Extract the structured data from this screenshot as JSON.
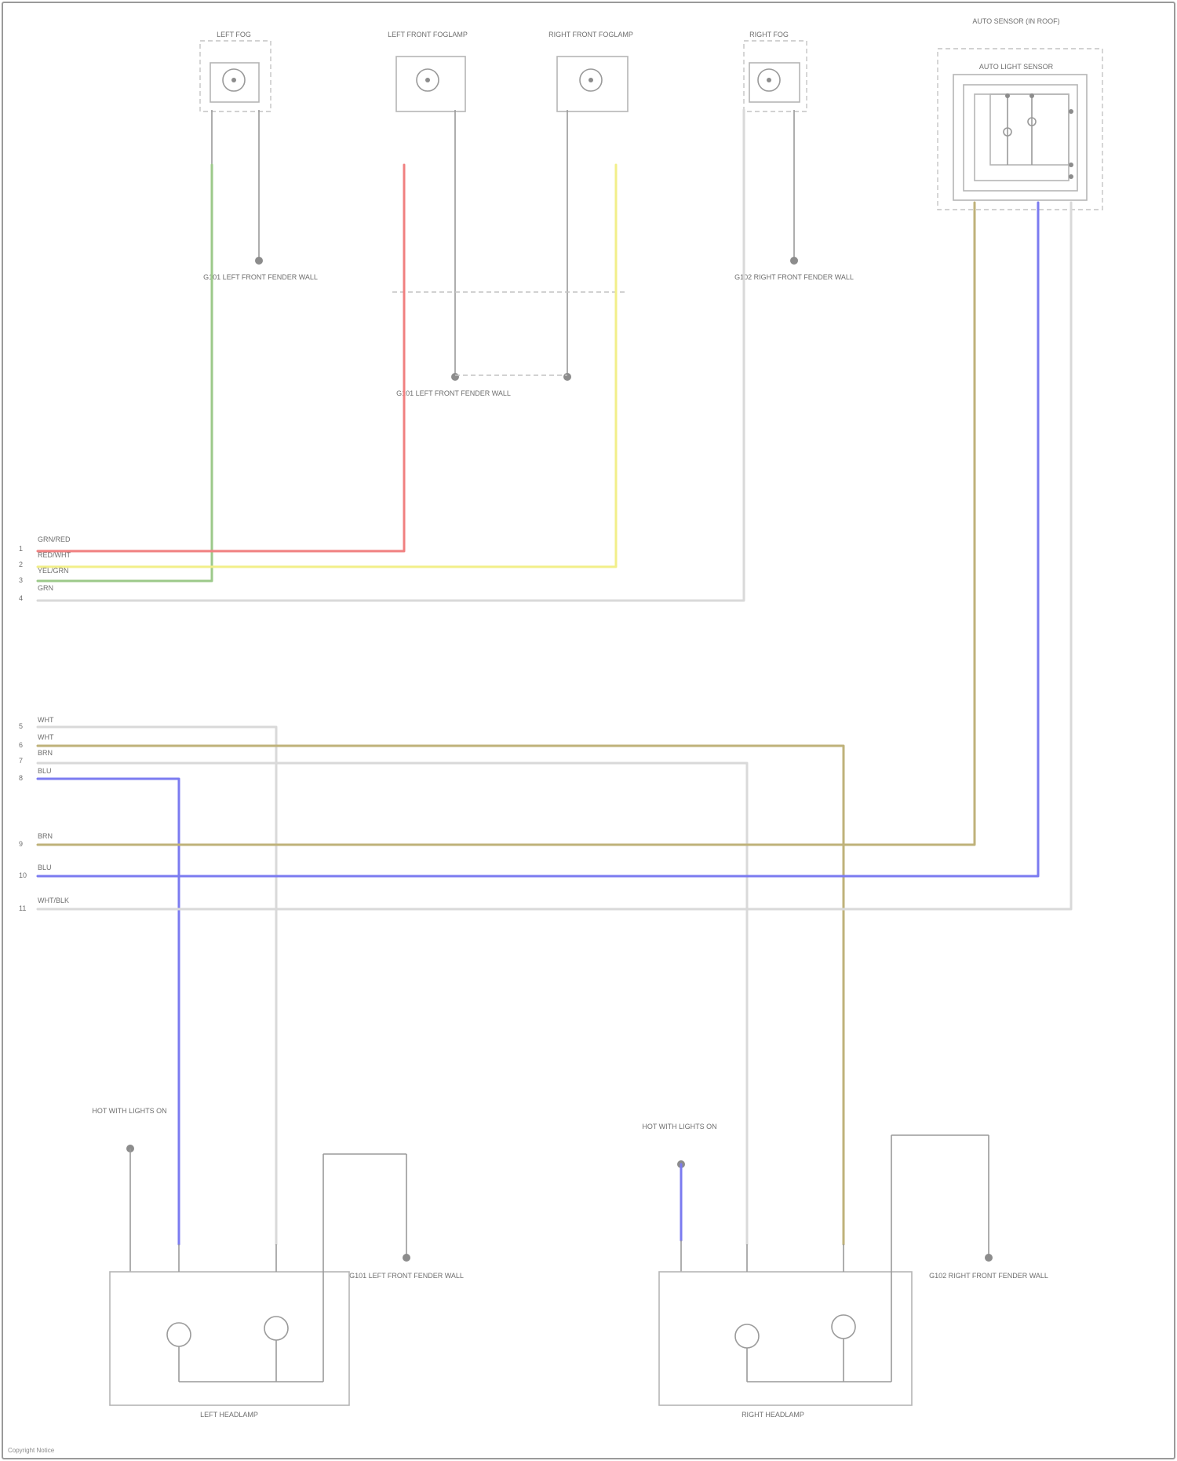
{
  "colors": {
    "red": "#f08080",
    "yellow": "#f2ef8a",
    "green": "#9cc98a",
    "white": "#d9d9d9",
    "tan": "#bfb27a",
    "blue": "#7b7bf0",
    "black": "#8c8c8c"
  },
  "components": {
    "left_fog": "LEFT FOG",
    "left_front_foglamp": "LEFT FRONT FOGLAMP",
    "right_front_foglamp": "RIGHT FRONT FOGLAMP",
    "right_fog": "RIGHT FOG",
    "auto_sensor_module": "AUTO SENSOR (IN ROOF)",
    "auto_light_sensor": "AUTO LIGHT SENSOR",
    "left_headlamp": "LEFT HEADLAMP",
    "right_headlamp": "RIGHT HEADLAMP"
  },
  "grounds": {
    "g1": "G101 LEFT FRONT FENDER WALL",
    "g2": "G101 LEFT FRONT FENDER WALL",
    "g3": "G102 RIGHT FRONT FENDER WALL",
    "g4": "G101 LEFT FRONT FENDER WALL",
    "g5": "G102 RIGHT FRONT FENDER WALL"
  },
  "feeds": {
    "left": "HOT WITH LIGHTS ON",
    "right": "HOT WITH LIGHTS ON"
  },
  "wire_labels": {
    "w1": "GRN/RED",
    "w2": "RED/WHT",
    "w3": "YEL/GRN",
    "w4": "GRN",
    "w5": "WHT",
    "w6": "WHT",
    "w7": "BRN",
    "w8": "BLU",
    "w9": "BRN",
    "w10": "BLU",
    "w11": "WHT/BLK"
  },
  "pins": [
    "1",
    "2",
    "3",
    "4",
    "5",
    "6",
    "7",
    "8",
    "9",
    "10",
    "11"
  ],
  "footer": "Copyright Notice"
}
